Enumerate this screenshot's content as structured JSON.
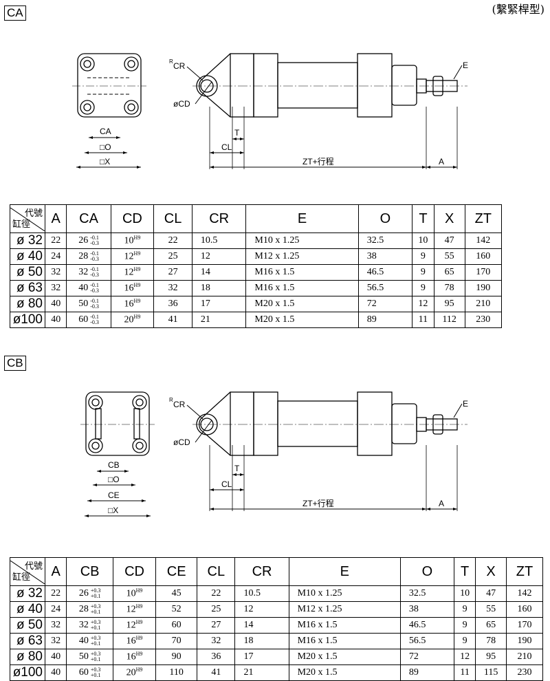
{
  "subtitle": "(繫緊桿型)",
  "sections": [
    {
      "tag": "CA",
      "labels": {
        "cr": "CR",
        "r": "R",
        "cd": "øCD",
        "e": "E",
        "t": "T",
        "cl": "CL",
        "zt": "ZT+行程",
        "a": "A",
        "dim1": "CA",
        "o": "□O",
        "x": "□X"
      },
      "corner": {
        "top": "代號",
        "bottom": "缸徑"
      },
      "headers": [
        "A",
        "CA",
        "CD",
        "CL",
        "CR",
        "E",
        "O",
        "T",
        "X",
        "ZT"
      ],
      "tol": {
        "upper": "-0.1",
        "lower": "-0.3"
      },
      "fit": "H9",
      "rows": [
        {
          "bore": "ø 32",
          "A": "22",
          "C": "26",
          "CD": "10",
          "CL": "22",
          "CR": "10.5",
          "E": "M10 x 1.25",
          "O": "32.5",
          "T": "10",
          "X": "47",
          "ZT": "142"
        },
        {
          "bore": "ø 40",
          "A": "24",
          "C": "28",
          "CD": "12",
          "CL": "25",
          "CR": "12",
          "E": "M12 x 1.25",
          "O": "38",
          "T": "9",
          "X": "55",
          "ZT": "160"
        },
        {
          "bore": "ø 50",
          "A": "32",
          "C": "32",
          "CD": "12",
          "CL": "27",
          "CR": "14",
          "E": "M16 x 1.5",
          "O": "46.5",
          "T": "9",
          "X": "65",
          "ZT": "170"
        },
        {
          "bore": "ø 63",
          "A": "32",
          "C": "40",
          "CD": "16",
          "CL": "32",
          "CR": "18",
          "E": "M16 x 1.5",
          "O": "56.5",
          "T": "9",
          "X": "78",
          "ZT": "190"
        },
        {
          "bore": "ø 80",
          "A": "40",
          "C": "50",
          "CD": "16",
          "CL": "36",
          "CR": "17",
          "E": "M20 x 1.5",
          "O": "72",
          "T": "12",
          "X": "95",
          "ZT": "210"
        },
        {
          "bore": "ø100",
          "A": "40",
          "C": "60",
          "CD": "20",
          "CL": "41",
          "CR": "21",
          "E": "M20 x 1.5",
          "O": "89",
          "T": "11",
          "X": "112",
          "ZT": "230"
        }
      ]
    },
    {
      "tag": "CB",
      "labels": {
        "cr": "CR",
        "r": "R",
        "cd": "øCD",
        "e": "E",
        "t": "T",
        "cl": "CL",
        "zt": "ZT+行程",
        "a": "A",
        "dim1": "CB",
        "o": "□O",
        "ce": "CE",
        "x": "□X"
      },
      "corner": {
        "top": "代號",
        "bottom": "缸徑"
      },
      "headers": [
        "A",
        "CB",
        "CD",
        "CE",
        "CL",
        "CR",
        "E",
        "O",
        "T",
        "X",
        "ZT"
      ],
      "tol": {
        "upper": "+0.3",
        "lower": "+0.1"
      },
      "fit": "H9",
      "rows": [
        {
          "bore": "ø 32",
          "A": "22",
          "C": "26",
          "CD": "10",
          "CE": "45",
          "CL": "22",
          "CR": "10.5",
          "E": "M10 x 1.25",
          "O": "32.5",
          "T": "10",
          "X": "47",
          "ZT": "142"
        },
        {
          "bore": "ø 40",
          "A": "24",
          "C": "28",
          "CD": "12",
          "CE": "52",
          "CL": "25",
          "CR": "12",
          "E": "M12 x 1.25",
          "O": "38",
          "T": "9",
          "X": "55",
          "ZT": "160"
        },
        {
          "bore": "ø 50",
          "A": "32",
          "C": "32",
          "CD": "12",
          "CE": "60",
          "CL": "27",
          "CR": "14",
          "E": "M16 x 1.5",
          "O": "46.5",
          "T": "9",
          "X": "65",
          "ZT": "170"
        },
        {
          "bore": "ø 63",
          "A": "32",
          "C": "40",
          "CD": "16",
          "CE": "70",
          "CL": "32",
          "CR": "18",
          "E": "M16 x 1.5",
          "O": "56.5",
          "T": "9",
          "X": "78",
          "ZT": "190"
        },
        {
          "bore": "ø 80",
          "A": "40",
          "C": "50",
          "CD": "16",
          "CE": "90",
          "CL": "36",
          "CR": "17",
          "E": "M20 x 1.5",
          "O": "72",
          "T": "12",
          "X": "95",
          "ZT": "210"
        },
        {
          "bore": "ø100",
          "A": "40",
          "C": "60",
          "CD": "20",
          "CE": "110",
          "CL": "41",
          "CR": "21",
          "E": "M20 x 1.5",
          "O": "89",
          "T": "11",
          "X": "115",
          "ZT": "230"
        }
      ]
    }
  ]
}
